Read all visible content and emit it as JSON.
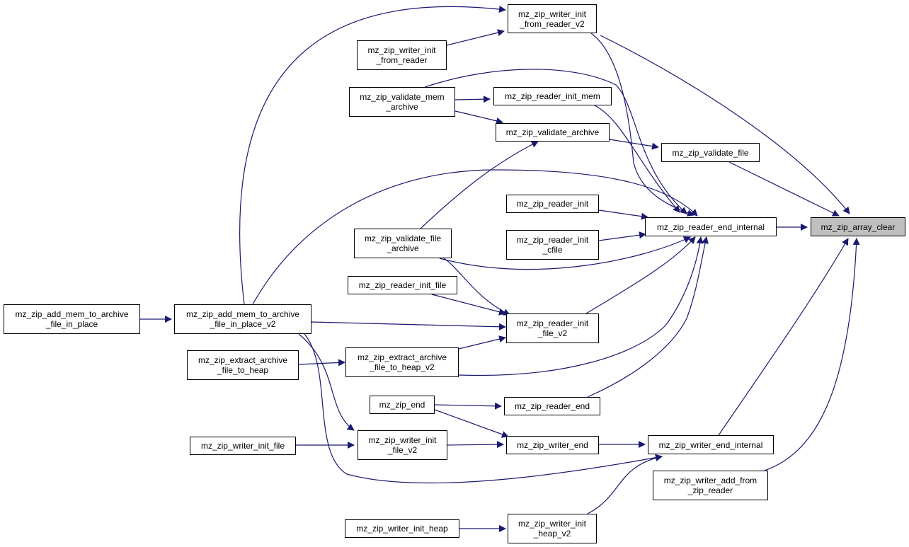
{
  "colors": {
    "edge": "#191970",
    "node_border": "#000000",
    "root_fill": "#bfbfbf"
  },
  "nodes": {
    "array_clear": "mz_zip_array_clear",
    "writer_init_from_reader_v2": "mz_zip_writer_init\n_from_reader_v2",
    "writer_init_from_reader": "mz_zip_writer_init\n_from_reader",
    "validate_mem_archive": "mz_zip_validate_mem\n_archive",
    "reader_init_mem": "mz_zip_reader_init_mem",
    "validate_archive": "mz_zip_validate_archive",
    "validate_file": "mz_zip_validate_file",
    "reader_init": "mz_zip_reader_init",
    "reader_end_internal": "mz_zip_reader_end_internal",
    "reader_init_cfile": "mz_zip_reader_init\n_cfile",
    "validate_file_archive": "mz_zip_validate_file\n_archive",
    "reader_init_file": "mz_zip_reader_init_file",
    "add_mem_to_archive_file_in_place": "mz_zip_add_mem_to_archive\n_file_in_place",
    "add_mem_to_archive_file_in_place_v2": "mz_zip_add_mem_to_archive\n_file_in_place_v2",
    "reader_init_file_v2": "mz_zip_reader_init\n_file_v2",
    "extract_archive_file_to_heap": "mz_zip_extract_archive\n_file_to_heap",
    "extract_archive_file_to_heap_v2": "mz_zip_extract_archive\n_file_to_heap_v2",
    "zip_end": "mz_zip_end",
    "reader_end": "mz_zip_reader_end",
    "writer_init_file": "mz_zip_writer_init_file",
    "writer_init_file_v2": "mz_zip_writer_init\n_file_v2",
    "writer_end": "mz_zip_writer_end",
    "writer_end_internal": "mz_zip_writer_end_internal",
    "writer_add_from_zip_reader": "mz_zip_writer_add_from\n_zip_reader",
    "writer_init_heap": "mz_zip_writer_init_heap",
    "writer_init_heap_v2": "mz_zip_writer_init\n_heap_v2"
  }
}
